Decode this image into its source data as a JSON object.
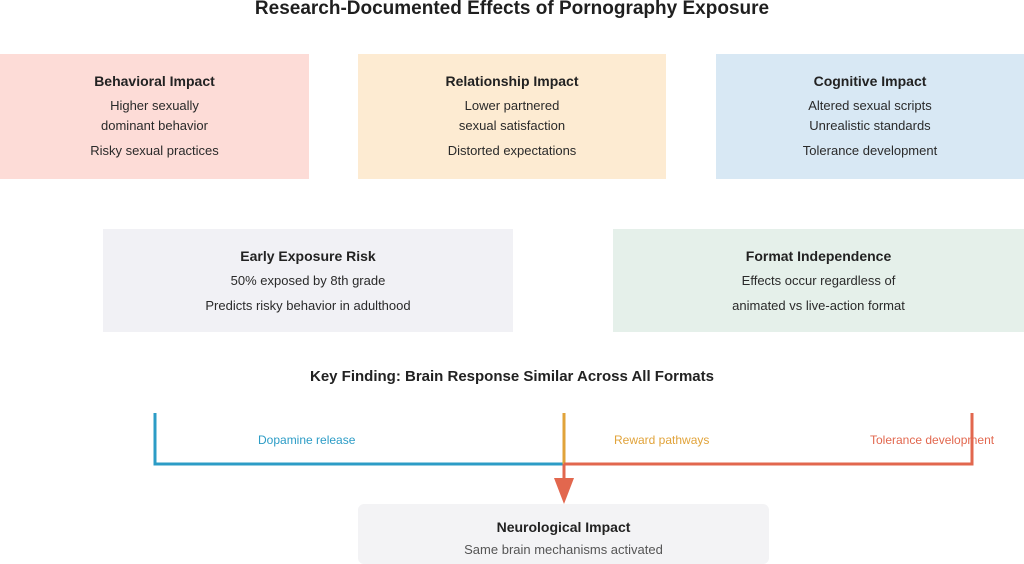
{
  "title": "Research-Documented Effects of Pornography Exposure",
  "boxes": {
    "behavioral": {
      "heading": "Behavioral Impact",
      "lines": [
        "Higher sexually",
        "dominant behavior",
        "Risky sexual practices"
      ]
    },
    "relationship": {
      "heading": "Relationship Impact",
      "lines": [
        "Lower partnered",
        "sexual satisfaction",
        "Distorted expectations"
      ]
    },
    "cognitive": {
      "heading": "Cognitive Impact",
      "lines": [
        "Altered sexual scripts",
        "Unrealistic standards",
        "Tolerance development"
      ]
    },
    "early": {
      "heading": "Early Exposure Risk",
      "lines": [
        "50% exposed by 8th grade",
        "Predicts risky behavior in adulthood"
      ]
    },
    "format": {
      "heading": "Format Independence",
      "lines": [
        "Effects occur regardless of",
        "animated vs live-action format"
      ]
    },
    "neuro": {
      "heading": "Neurological Impact",
      "lines": [
        "Same brain mechanisms activated"
      ]
    }
  },
  "key_finding": "Key Finding: Brain Response Similar Across All Formats",
  "flow_labels": {
    "dopamine": "Dopamine release",
    "reward": "Reward pathways",
    "tolerance": "Tolerance development"
  },
  "colors": {
    "dopamine": "#2c9cc6",
    "reward": "#e1a33a",
    "tolerance": "#e2674e"
  }
}
